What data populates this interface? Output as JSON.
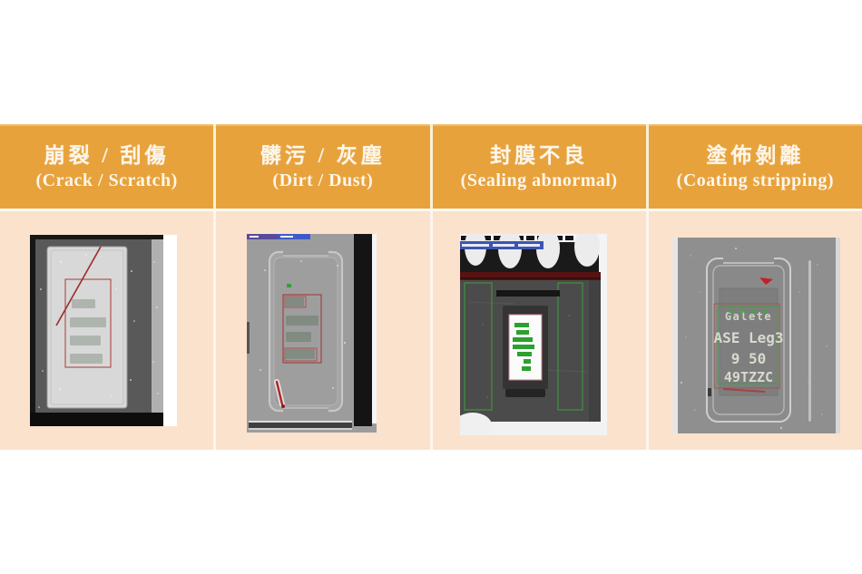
{
  "table": {
    "header_bg": "#E8A23C",
    "header_text_color": "#FCF6EA",
    "body_bg": "#FAE2CD",
    "columns": [
      {
        "id": "crack-scratch",
        "title_zh": "崩裂 / 刮傷",
        "title_en": "(Crack / Scratch)"
      },
      {
        "id": "dirt-dust",
        "title_zh": "髒污 / 灰塵",
        "title_en": "(Dirt / Dust)"
      },
      {
        "id": "sealing-abnormal",
        "title_zh": "封膜不良",
        "title_en": "(Sealing abnormal)"
      },
      {
        "id": "coating-stripping",
        "title_zh": "塗佈剝離",
        "title_en": "(Coating stripping)"
      }
    ]
  },
  "photos": {
    "coating_label_lines": [
      "Galete",
      "ASE Leg3",
      "9 50",
      "49TZZC"
    ]
  }
}
